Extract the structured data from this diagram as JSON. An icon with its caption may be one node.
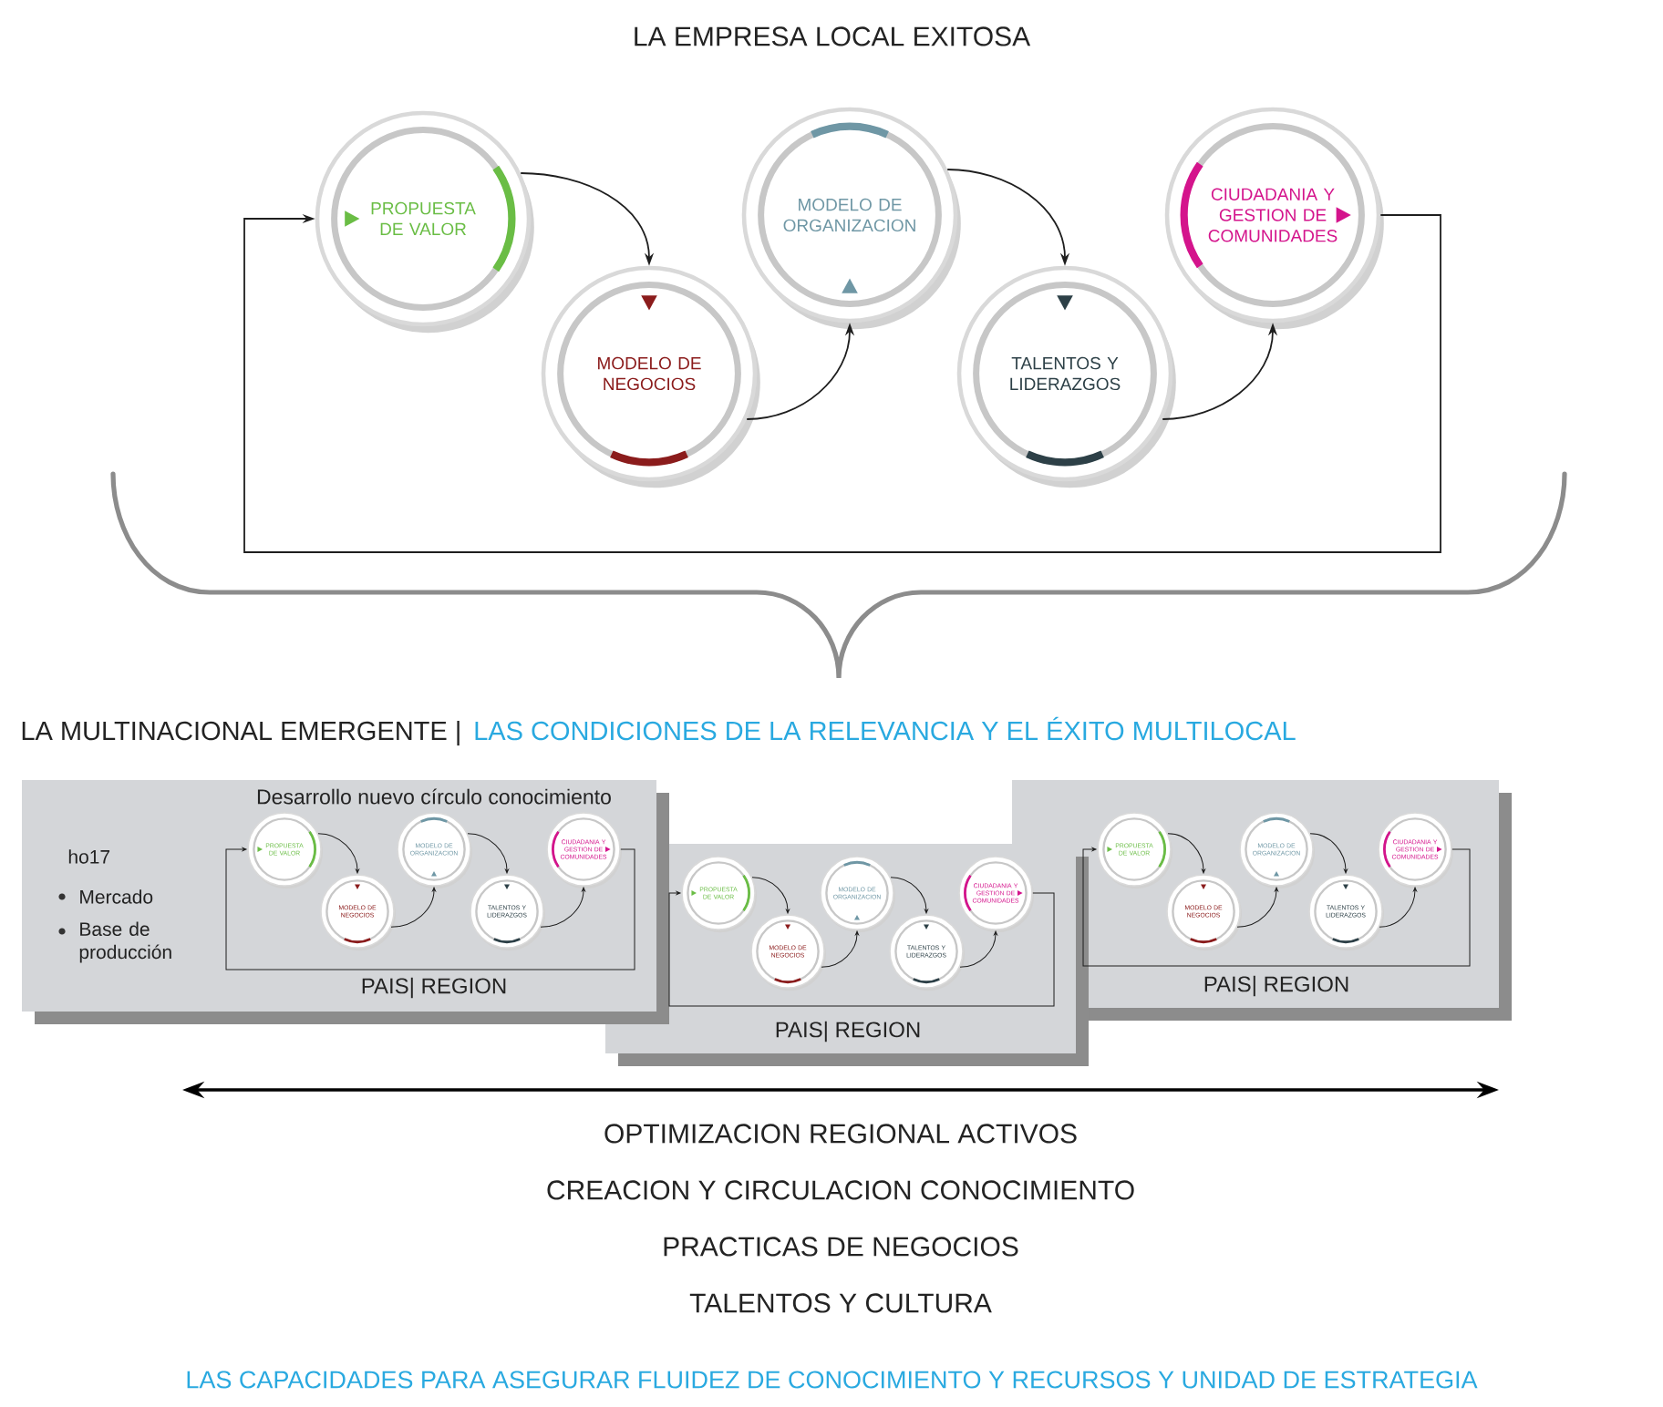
{
  "diagram": {
    "title": "LA EMPRESA LOCAL EXITOSA",
    "nodes": [
      {
        "text": [
          "PROPUESTA DE VALOR"
        ]
      },
      {
        "text": [
          "MODELO DE NEGOCIOS"
        ]
      },
      {
        "text": [
          "MODELO DE ORGANIZACION"
        ]
      },
      {
        "text": [
          "TALENTOS Y LIDERAZGOS"
        ]
      },
      {
        "text": [
          "CIUDADANIA Y GESTION DE COMUNIDADES"
        ]
      },
      {
        "text": [
          "Desarrollo nuevo círculo conocimiento",
          "ho17",
          "Mercado",
          "Base de producción",
          "PAIS| REGION"
        ]
      },
      {
        "text": [
          "PROPUESTA DE VALOR"
        ],
        "in": 5
      },
      {
        "text": [
          "MODELO DE NEGOCIOS"
        ],
        "in": 5
      },
      {
        "text": [
          "MODELO DE ORGANIZACION"
        ],
        "in": 5
      },
      {
        "text": [
          "TALENTOS Y LIDERAZGOS"
        ],
        "in": 5
      },
      {
        "text": [
          "CIUDADANIA Y GESTION DE COMUNIDADES"
        ],
        "in": 5
      },
      {
        "text": [
          "PAIS| REGION"
        ]
      },
      {
        "text": [
          "PROPUESTA DE VALOR"
        ],
        "in": 11
      },
      {
        "text": [
          "MODELO DE NEGOCIOS"
        ],
        "in": 11
      },
      {
        "text": [
          "MODELO DE ORGANIZACION"
        ],
        "in": 11
      },
      {
        "text": [
          "TALENTOS Y LIDERAZGOS"
        ],
        "in": 11
      },
      {
        "text": [
          "CIUDADANIA Y GESTION DE COMUNIDADES"
        ],
        "in": 11
      },
      {
        "text": [
          "PAIS| REGION"
        ]
      },
      {
        "text": [
          "PROPUESTA DE VALOR"
        ],
        "in": 17
      },
      {
        "text": [
          "MODELO DE NEGOCIOS"
        ],
        "in": 17
      },
      {
        "text": [
          "MODELO DE ORGANIZACION"
        ],
        "in": 17
      },
      {
        "text": [
          "TALENTOS Y LIDERAZGOS"
        ],
        "in": 17
      },
      {
        "text": [
          "CIUDADANIA Y GESTION DE COMUNIDADES"
        ],
        "in": 17
      }
    ],
    "edges": [
      {
        "from": 0,
        "to": 1,
        "arrow": "to"
      },
      {
        "from": 1,
        "to": 2,
        "arrow": "to"
      },
      {
        "from": 2,
        "to": 3,
        "arrow": "to"
      },
      {
        "from": 3,
        "to": 4,
        "arrow": "to"
      },
      {
        "from": 4,
        "to": 0,
        "arrow": "to"
      },
      {
        "from": 6,
        "to": 7,
        "arrow": "to"
      },
      {
        "from": 7,
        "to": 8,
        "arrow": "to"
      },
      {
        "from": 8,
        "to": 9,
        "arrow": "to"
      },
      {
        "from": 9,
        "to": 10,
        "arrow": "to"
      },
      {
        "from": 10,
        "to": 6,
        "arrow": "to"
      },
      {
        "from": 12,
        "to": 13,
        "arrow": "to"
      },
      {
        "from": 13,
        "to": 14,
        "arrow": "to"
      },
      {
        "from": 14,
        "to": 15,
        "arrow": "to"
      },
      {
        "from": 15,
        "to": 16,
        "arrow": "to"
      },
      {
        "from": 16,
        "to": 12,
        "arrow": "to"
      },
      {
        "from": 18,
        "to": 19,
        "arrow": "to"
      },
      {
        "from": 19,
        "to": 20,
        "arrow": "to"
      },
      {
        "from": 20,
        "to": 21,
        "arrow": "to"
      },
      {
        "from": 21,
        "to": 22,
        "arrow": "to"
      },
      {
        "from": 22,
        "to": 18,
        "arrow": "to"
      }
    ],
    "labels": [
      "LA MULTINACIONAL EMERGENTE |",
      "LAS CONDICIONES DE LA RELEVANCIA Y EL ÉXITO MULTILOCAL",
      "OPTIMIZACION REGIONAL ACTIVOS",
      "CREACION Y CIRCULACION CONOCIMIENTO",
      "PRACTICAS DE NEGOCIOS",
      "TALENTOS Y CULTURA",
      "LAS CAPACIDADES PARA ASEGURAR FLUIDEZ DE CONOCIMIENTO Y RECURSOS Y UNIDAD DE ESTRATEGIA"
    ]
  }
}
